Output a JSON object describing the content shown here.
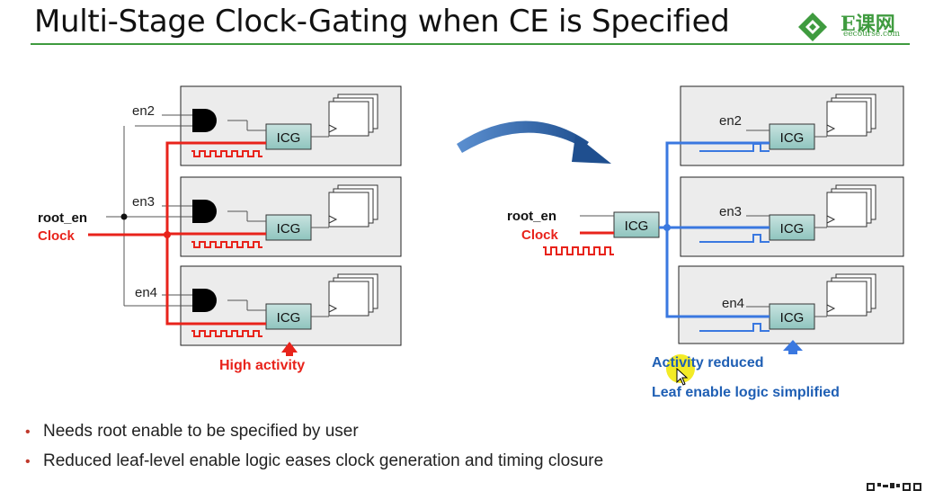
{
  "title": "Multi-Stage Clock-Gating when CE is Specified",
  "logo": {
    "brand": "E课网",
    "domain": "eecourse.com"
  },
  "left_diagram": {
    "root_en_label": "root_en",
    "clock_label": "Clock",
    "enables": [
      "en2",
      "en3",
      "en4"
    ],
    "icg_label": "ICG",
    "annotation": "High activity"
  },
  "right_diagram": {
    "root_en_label": "root_en",
    "clock_label": "Clock",
    "root_icg_label": "ICG",
    "enables": [
      "en2",
      "en3",
      "en4"
    ],
    "icg_label": "ICG",
    "annotations": [
      "Activity reduced",
      "Leaf enable logic simplified"
    ]
  },
  "bullets": [
    "Needs root enable to be specified by user",
    "Reduced leaf-level enable logic eases clock generation and timing closure"
  ],
  "colors": {
    "accent_green": "#3f9b3f",
    "high_activity": "#e8231b",
    "reduced": "#3a78e0",
    "annotation_blue": "#1f5fb4",
    "bullet_red": "#c0392b"
  }
}
